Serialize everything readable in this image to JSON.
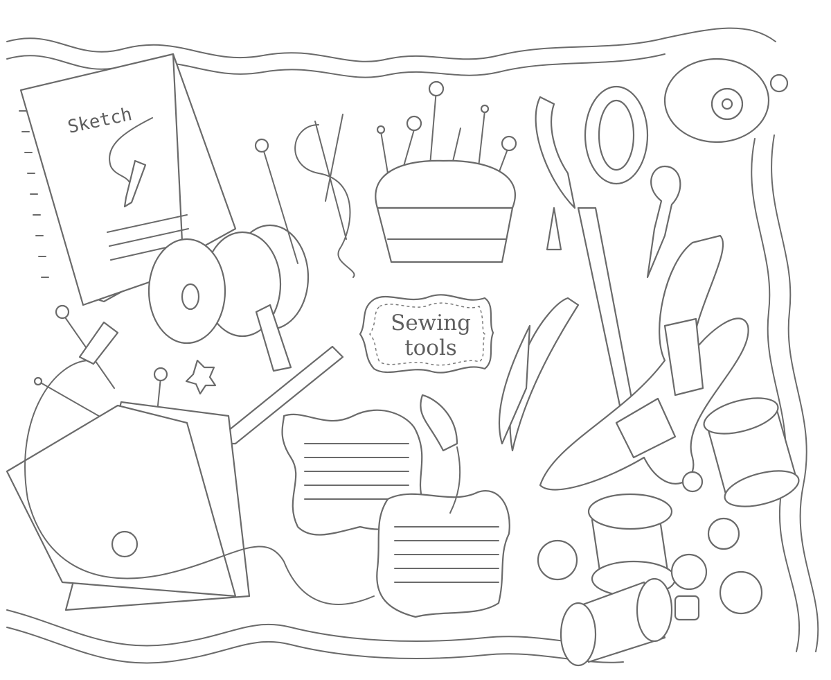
{
  "illustration": {
    "label": {
      "line1": "Sewing",
      "line2": "tools"
    },
    "notebook_text": "Sketch",
    "line_color": "#6a6a6a",
    "background_color": "#ffffff"
  }
}
